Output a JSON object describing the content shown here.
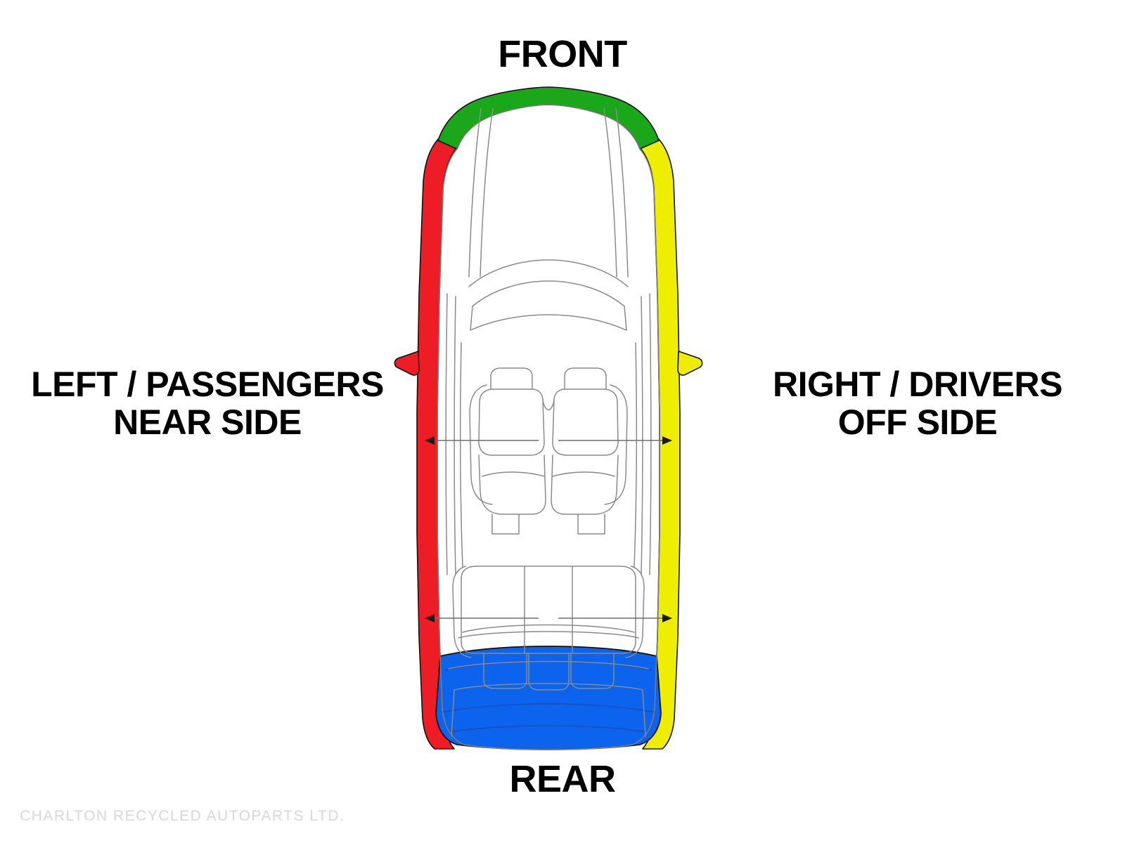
{
  "diagram": {
    "title_front": "FRONT",
    "title_rear": "REAR",
    "left_label_line1": "LEFT / PASSENGERS",
    "left_label_line2": "NEAR SIDE",
    "right_label_line1": "RIGHT / DRIVERS",
    "right_label_line2": "OFF SIDE",
    "watermark": "CHARLTON RECYCLED AUTOPARTS LTD."
  },
  "colors": {
    "front": "#1aa81a",
    "left": "#ee1c25",
    "right": "#f0ee00",
    "rear": "#0b63ee",
    "outline": "#111111",
    "body_line": "#8a8a8a",
    "text": "#000000",
    "background": "#ffffff",
    "watermark": "#d9d9d9"
  },
  "regions": [
    {
      "name": "front-bumper",
      "color_key": "front",
      "label": "FRONT"
    },
    {
      "name": "left-side",
      "color_key": "left",
      "label": "LEFT / PASSENGERS NEAR SIDE"
    },
    {
      "name": "right-side",
      "color_key": "right",
      "label": "RIGHT / DRIVERS OFF SIDE"
    },
    {
      "name": "rear-bumper",
      "color_key": "rear",
      "label": "REAR"
    }
  ],
  "icons": {
    "left_mirror": "left-mirror-icon",
    "right_mirror": "right-mirror-icon",
    "front_arrow": "front-seat-width-arrow-icon",
    "rear_arrow": "rear-seat-width-arrow-icon"
  }
}
